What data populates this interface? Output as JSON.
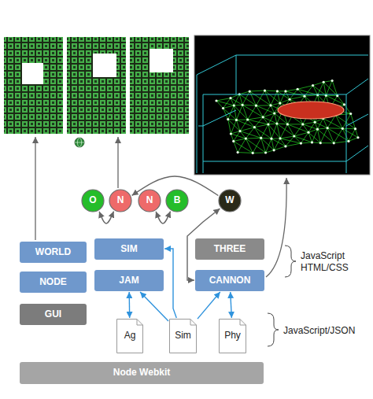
{
  "diagram": {
    "nodes": [
      {
        "text": [
          "O"
        ]
      },
      {
        "text": [
          "N"
        ]
      },
      {
        "text": [
          "N"
        ]
      },
      {
        "text": [
          "B"
        ]
      },
      {
        "text": [
          "W"
        ]
      },
      {
        "text": [
          "WORLD"
        ]
      },
      {
        "text": [
          "SIM"
        ]
      },
      {
        "text": [
          "THREE"
        ]
      },
      {
        "text": [
          "NODE"
        ]
      },
      {
        "text": [
          "JAM"
        ]
      },
      {
        "text": [
          "CANNON"
        ]
      },
      {
        "text": [
          "GUI"
        ]
      },
      {
        "text": [
          "Ag"
        ]
      },
      {
        "text": [
          "Sim"
        ]
      },
      {
        "text": [
          "Phy"
        ]
      },
      {
        "text": [
          "Node Webkit"
        ]
      }
    ],
    "edges": [
      {
        "from": 1,
        "to": 0,
        "arrow": "both"
      },
      {
        "from": 2,
        "to": 3,
        "arrow": "both"
      },
      {
        "from": 4,
        "to": 1,
        "arrow": "to"
      },
      {
        "from": 4,
        "to": 10,
        "arrow": "both"
      },
      {
        "from": 9,
        "to": 12,
        "arrow": "both"
      },
      {
        "from": 13,
        "to": 6,
        "arrow": "to"
      },
      {
        "from": 13,
        "to": 9,
        "arrow": "to"
      },
      {
        "from": 13,
        "to": 10,
        "arrow": "to"
      },
      {
        "from": 10,
        "to": 14,
        "arrow": "both"
      }
    ],
    "labels": [
      "JavaScript HTML/CSS",
      "JavaScript/JSON"
    ]
  }
}
